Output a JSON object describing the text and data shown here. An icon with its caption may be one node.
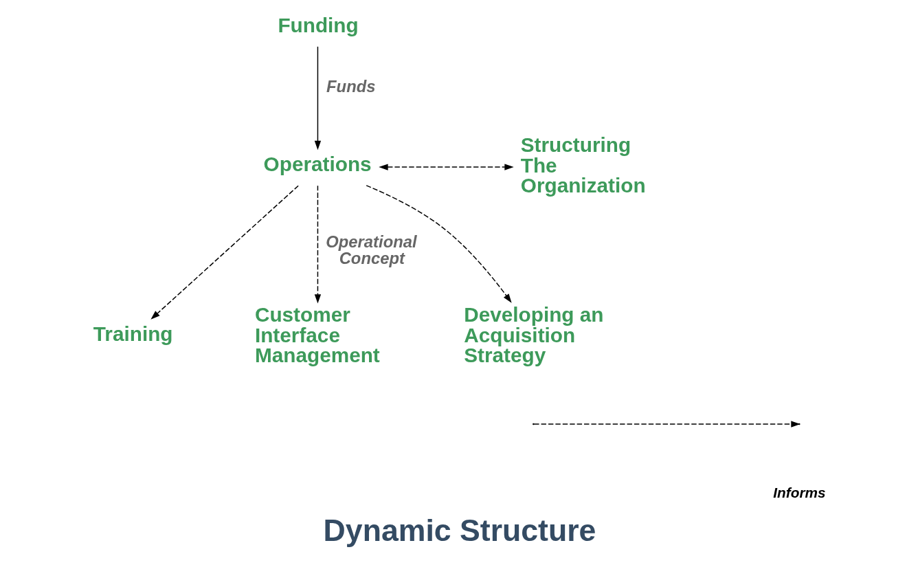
{
  "diagram": {
    "title": "Dynamic Structure",
    "nodes": [
      {
        "text": [
          "Funding"
        ]
      },
      {
        "text": [
          "Operations"
        ]
      },
      {
        "text": [
          "Structuring The Organization"
        ]
      },
      {
        "text": [
          "Training"
        ]
      },
      {
        "text": [
          "Customer Interface Management"
        ]
      },
      {
        "text": [
          "Developing an Acquisition Strategy"
        ]
      }
    ],
    "edges": [
      {
        "from": 0,
        "to": 1,
        "arrow": "to",
        "label": "Funds"
      },
      {
        "from": 1,
        "to": 2,
        "arrow": "both",
        "style": "dashed"
      },
      {
        "from": 1,
        "to": 3,
        "arrow": "to",
        "style": "dashed"
      },
      {
        "from": 1,
        "to": 4,
        "arrow": "to",
        "style": "dashed",
        "label": "Operational Concept"
      },
      {
        "from": 1,
        "to": 5,
        "arrow": "to",
        "style": "dashed"
      }
    ],
    "legend": [
      {
        "text": "Informs"
      }
    ]
  }
}
